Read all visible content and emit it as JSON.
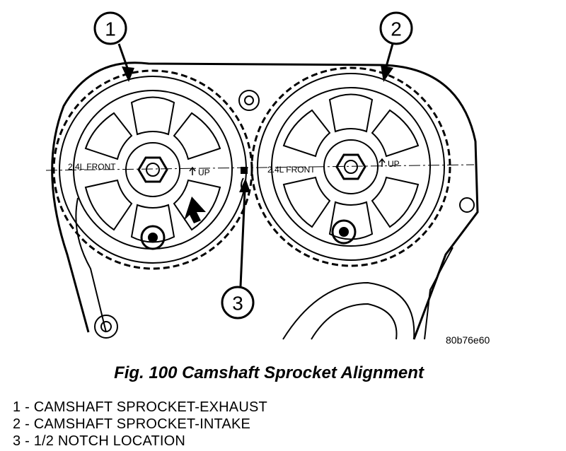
{
  "diagram": {
    "callouts": [
      "1",
      "2",
      "3"
    ],
    "exhaust_sprocket": {
      "label": "2.4L FRONT",
      "up_mark": "UP"
    },
    "intake_sprocket": {
      "label": "2.4L FRONT",
      "up_mark": "UP"
    },
    "image_code": "80b76e60"
  },
  "caption": "Fig. 100 Camshaft Sprocket Alignment",
  "legend": [
    "1 - CAMSHAFT SPROCKET-EXHAUST",
    "2 - CAMSHAFT SPROCKET-INTAKE",
    "3 - 1/2 NOTCH LOCATION"
  ],
  "colors": {
    "line": "#000000",
    "background": "#ffffff"
  }
}
